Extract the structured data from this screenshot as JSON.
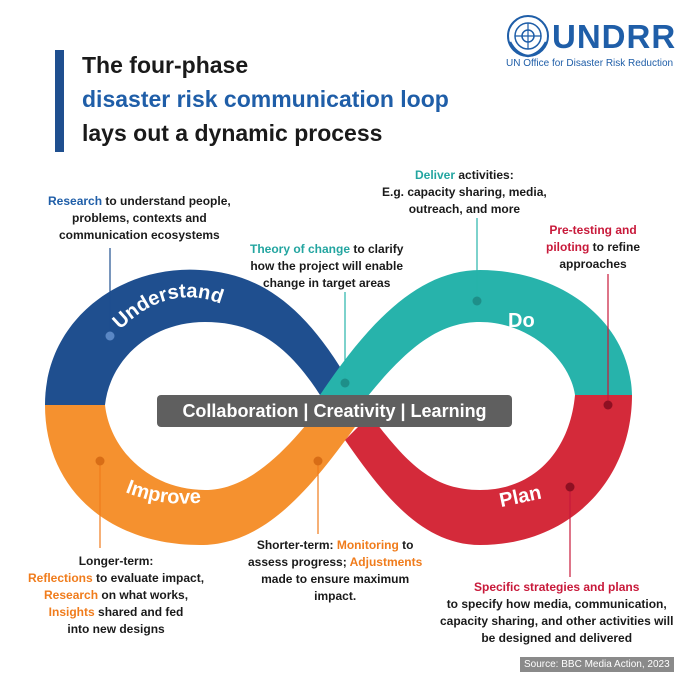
{
  "title": {
    "line1": "The four-phase",
    "line2": "disaster risk communication loop",
    "line3": "lays out a dynamic process"
  },
  "logo": {
    "word": "UNDRR",
    "subtitle": "UN Office for Disaster Risk Reduction",
    "icon": "un-emblem-icon"
  },
  "phases": {
    "understand": "Understand",
    "do": "Do",
    "plan": "Plan",
    "improve": "Improve"
  },
  "center": "Collaboration | Creativity | Learning",
  "notes": {
    "research": {
      "highlight": "Research",
      "rest": " to understand people,",
      "line2": "problems, contexts and",
      "line3": "communication ecosystems"
    },
    "theory": {
      "highlight": "Theory of change",
      "rest": "  to clarify",
      "line2": "how the project will enable",
      "line3": "change in target areas"
    },
    "deliver": {
      "highlight": "Deliver",
      "rest": " activities:",
      "line2": "E.g. capacity sharing, media,",
      "line3": "outreach, and more"
    },
    "pretest": {
      "highlight1": "Pre-testing and",
      "highlight2": "piloting",
      "rest": " to refine",
      "line3": "approaches"
    },
    "longer": {
      "line1": "Longer-term:",
      "h1": "Reflections",
      "r1": "  to evaluate impact,",
      "h2": "Research",
      "r2": "  on what works,",
      "h3": "Insights",
      "r3": " shared and fed",
      "line5": "into new designs"
    },
    "shorter": {
      "line1a": "Shorter-term: ",
      "h1": "Monitoring",
      "r1": " to",
      "line2a": "assess progress;  ",
      "h2": "Adjustments",
      "line3": "made to ensure maximum",
      "line4": "impact."
    },
    "specific": {
      "highlight": "Specific strategies and plans",
      "line2": "to specify how media, communication,",
      "line3": "capacity sharing, and other activities will",
      "line4": "be designed and delivered"
    }
  },
  "source": "Source: BBC Media Action, 2023",
  "colors": {
    "blue": "#1f4f8f",
    "teal": "#27b3ab",
    "red": "#d42a3a",
    "orange": "#f5912f"
  }
}
